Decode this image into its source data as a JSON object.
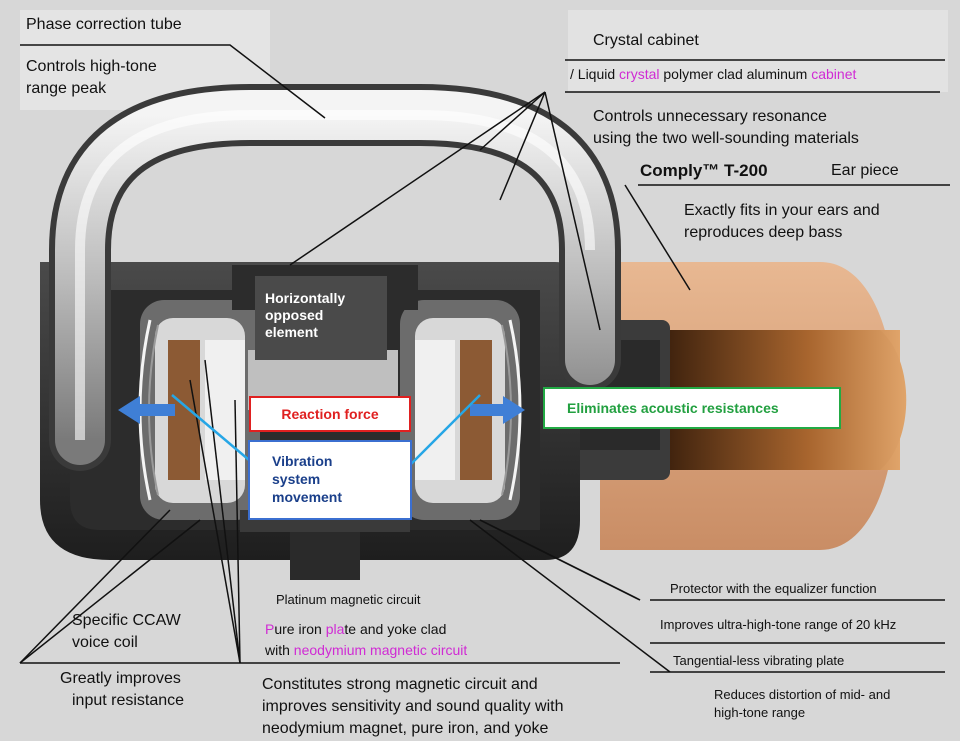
{
  "labels": {
    "phase_title": "Phase correction tube",
    "phase_desc_1": "Controls high-tone",
    "phase_desc_2": "range peak",
    "cabinet_title": "Crystal cabinet",
    "cabinet_sub_1": "/ Liquid ",
    "cabinet_sub_2": "crystal",
    "cabinet_sub_3": " polymer clad aluminum ",
    "cabinet_sub_4": "cabinet",
    "cabinet_desc_1": "Controls unnecessary resonance",
    "cabinet_desc_2": "using the two well-sounding materials",
    "comply_name": "Comply™ T-200",
    "comply_tail": "Ear piece",
    "comply_desc_1": "Exactly fits in your ears and",
    "comply_desc_2": "reproduces deep bass",
    "element_1": "Horizontally",
    "element_2": "opposed",
    "element_3": "element",
    "reaction": "Reaction force",
    "eliminates": "Eliminates acoustic resistances",
    "vibration_1": "Vibration",
    "vibration_2": "system",
    "vibration_3": "movement",
    "platinum": "Platinum magnetic circuit",
    "pure_1a": "P",
    "pure_1b": "ure iron ",
    "pure_1c": "pla",
    "pure_1d": "te and yoke clad",
    "pure_2a": "with ",
    "pure_2b": "neodymium magnetic circuit",
    "ccaw_1": "Specific CCAW",
    "ccaw_2": "voice coil",
    "input_1": "Greatly improves",
    "input_2": "input resistance",
    "constitutes_1": "Constitutes strong magnetic circuit and",
    "constitutes_2": "improves sensitivity and sound quality with",
    "constitutes_3": "neodymium magnet, pure iron, and yoke",
    "protector": "Protector with the equalizer function",
    "improves_20k": "Improves ultra-high-tone range of 20 kHz",
    "tangential": "Tangential-less vibrating plate",
    "reduces_1": "Reduces distortion of mid- and",
    "reduces_2": "high-tone range"
  },
  "colors": {
    "highlight": "#d02bd4",
    "reaction_border": "#e02020",
    "eliminates_border": "#22aa44",
    "vibration_border": "#3b6fd0",
    "arrow_blue": "#3f7fd6",
    "eartip": "#d9a07a"
  }
}
